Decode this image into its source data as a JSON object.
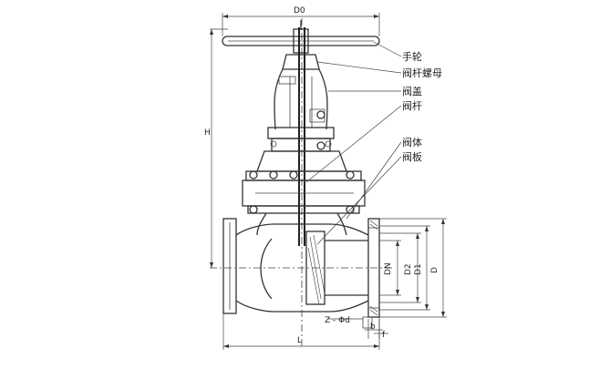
{
  "labels": {
    "handwheel": "手轮",
    "stem_nut": "阀杆螺母",
    "bonnet": "阀盖",
    "stem": "阀杆",
    "body": "阀体",
    "disc": "阀板"
  },
  "dimensions": {
    "d0": "D0",
    "h": "H",
    "dn": "DN",
    "d2": "D2",
    "d1": "D1",
    "d": "D",
    "l": "L",
    "z_phi_d": "Z - Φd",
    "b": "b",
    "f": "f"
  }
}
